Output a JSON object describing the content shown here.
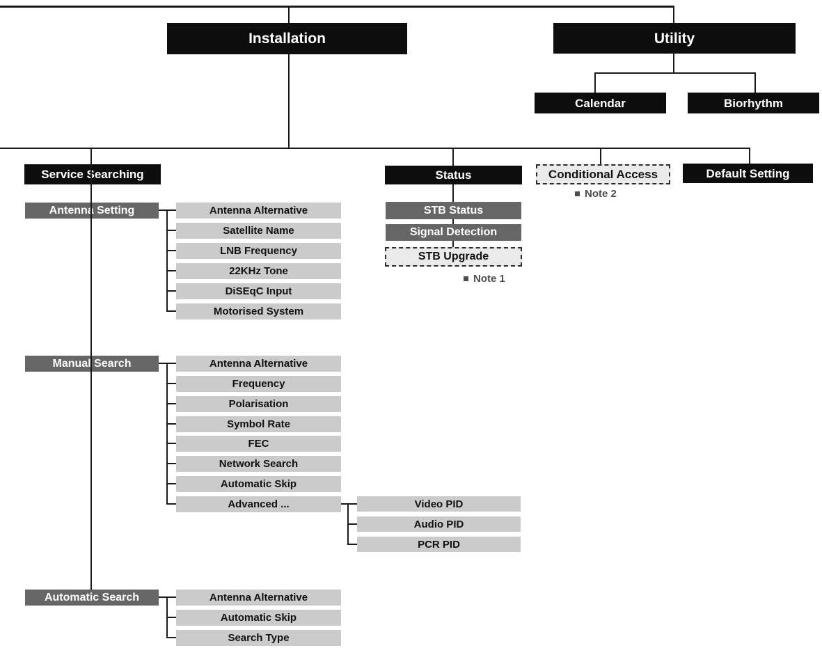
{
  "colors": {
    "box_black": "#0d0d0d",
    "box_dark_gray": "#666666",
    "box_light_gray": "#cbcbcb",
    "box_dashed_bg": "#eaeaea",
    "dashed_border": "#2b2b2b",
    "connector_line": "#1a1a1a",
    "note_text": "#4d4d4d",
    "text_on_dark": "#ffffff",
    "text_on_light": "#111111"
  },
  "nodes": {
    "installation": "Installation",
    "utility": "Utility",
    "calendar": "Calendar",
    "biorhythm": "Biorhythm",
    "service_searching": "Service Searching",
    "status": "Status",
    "conditional_access": "Conditional Access",
    "default_setting": "Default Setting",
    "stb_status": "STB Status",
    "signal_detection": "Signal Detection",
    "stb_upgrade": "STB Upgrade",
    "note1": "Note 1",
    "note2": "Note 2"
  },
  "groups": {
    "antenna_setting": {
      "label": "Antenna Setting",
      "items": [
        "Antenna Alternative",
        "Satellite Name",
        "LNB Frequency",
        "22KHz Tone",
        "DiSEqC Input",
        "Motorised System"
      ]
    },
    "manual_search": {
      "label": "Manual Search",
      "items": [
        "Antenna Alternative",
        "Frequency",
        "Polarisation",
        "Symbol Rate",
        "FEC",
        "Network Search",
        "Automatic Skip",
        "Advanced ..."
      ]
    },
    "advanced_sub": {
      "items": [
        "Video PID",
        "Audio PID",
        "PCR PID"
      ]
    },
    "automatic_search": {
      "label": "Automatic Search",
      "items": [
        "Antenna Alternative",
        "Automatic Skip",
        "Search Type"
      ]
    }
  }
}
